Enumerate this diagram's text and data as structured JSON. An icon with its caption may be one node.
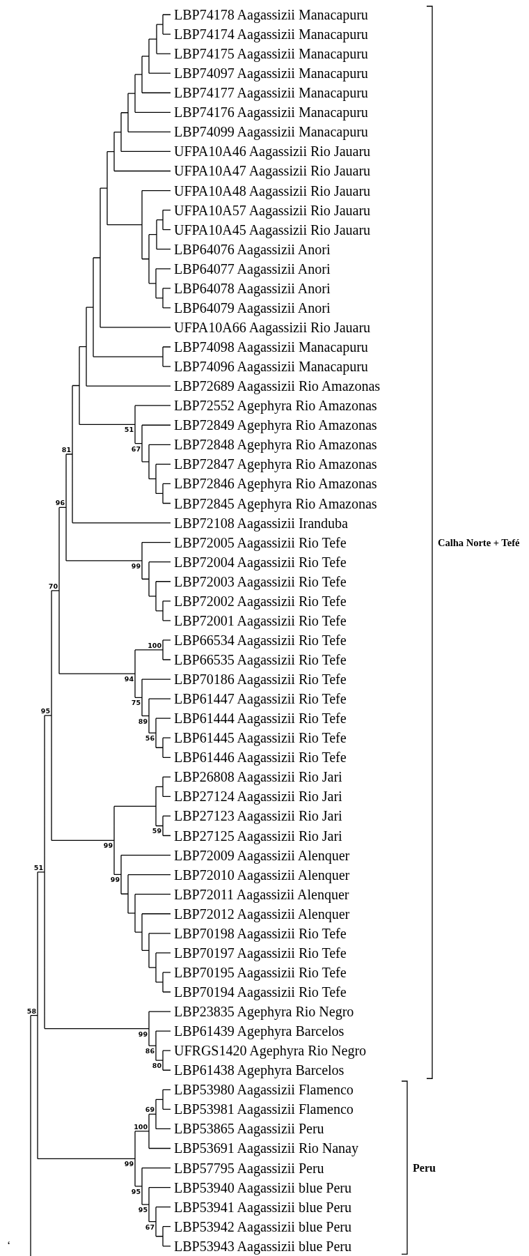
{
  "diagram": {
    "labels": [
      "LBP74178 Aagassizii Manacapuru",
      "LBP74174 Aagassizii Manacapuru",
      "LBP74175 Aagassizii Manacapuru",
      "LBP74097 Aagassizii Manacapuru",
      "LBP74177 Aagassizii Manacapuru",
      "LBP74176 Aagassizii Manacapuru",
      "LBP74099 Aagassizii Manacapuru",
      "UFPA10A46 Aagassizii Rio Jauaru",
      "UFPA10A47 Aagassizii Rio Jauaru",
      "UFPA10A48 Aagassizii Rio Jauaru",
      "UFPA10A57 Aagassizii Rio Jauaru",
      "UFPA10A45 Aagassizii Rio Jauaru",
      "LBP64076 Aagassizii Anori",
      "LBP64077 Aagassizii Anori",
      "LBP64078 Aagassizii Anori",
      "LBP64079 Aagassizii Anori",
      "UFPA10A66 Aagassizii Rio Jauaru",
      "LBP74098 Aagassizii Manacapuru",
      "LBP74096 Aagassizii Manacapuru",
      "LBP72689 Aagassizii Rio Amazonas",
      "LBP72552 Agephyra Rio Amazonas",
      "LBP72849 Agephyra Rio Amazonas",
      "LBP72848 Agephyra Rio Amazonas",
      "LBP72847 Agephyra Rio Amazonas",
      "LBP72846 Agephyra Rio Amazonas",
      "LBP72845 Agephyra Rio Amazonas",
      "LBP72108 Aagassizii Iranduba",
      "LBP72005 Aagassizii Rio Tefe",
      "LBP72004 Aagassizii Rio Tefe",
      "LBP72003 Aagassizii Rio Tefe",
      "LBP72002 Aagassizii Rio Tefe",
      "LBP72001 Aagassizii Rio Tefe",
      "LBP66534 Aagassizii Rio Tefe",
      "LBP66535 Aagassizii Rio Tefe",
      "LBP70186 Aagassizii Rio Tefe",
      "LBP61447 Aagassizii Rio Tefe",
      "LBP61444 Aagassizii Rio Tefe",
      "LBP61445 Aagassizii Rio Tefe",
      "LBP61446 Aagassizii Rio Tefe",
      "LBP26808 Aagassizii Rio Jari",
      "LBP27124 Aagassizii Rio Jari",
      "LBP27123 Aagassizii Rio Jari",
      "LBP27125 Aagassizii Rio Jari",
      "LBP72009 Aagassizii Alenquer",
      "LBP72010 Aagassizii Alenquer",
      "LBP72011 Aagassizii Alenquer",
      "LBP72012 Aagassizii Alenquer",
      "LBP70198 Aagassizii Rio Tefe",
      "LBP70197 Aagassizii Rio Tefe",
      "LBP70195 Aagassizii Rio Tefe",
      "LBP70194 Aagassizii Rio Tefe",
      "LBP23835 Agephyra Rio Negro",
      "LBP61439 Agephyra Barcelos",
      "UFRGS1420 Agephyra Rio Negro",
      "LBP61438 Agephyra Barcelos",
      "LBP53980 Aagassizii Flamenco",
      "LBP53981 Aagassizii Flamenco",
      "LBP53865 Aagassizii Peru",
      "LBP53691 Aagassizii Rio Nanay",
      "LBP57795 Aagassizii Peru",
      "LBP53940 Aagassizii blue Peru",
      "LBP53941 Aagassizii blue Peru",
      "LBP53942 Aagassizii blue Peru",
      "LBP53943 Aagassizii blue Peru",
      "51",
      "67",
      "81",
      "96",
      "99",
      "70",
      "100",
      "94",
      "75",
      "95",
      "89",
      "56",
      "59",
      "99",
      "51",
      "99",
      "58",
      "99",
      "86",
      "80",
      "69",
      "100",
      "99",
      "95",
      "95",
      "67",
      "Calha Norte + Tefé",
      "Peru",
      "‘"
    ]
  }
}
